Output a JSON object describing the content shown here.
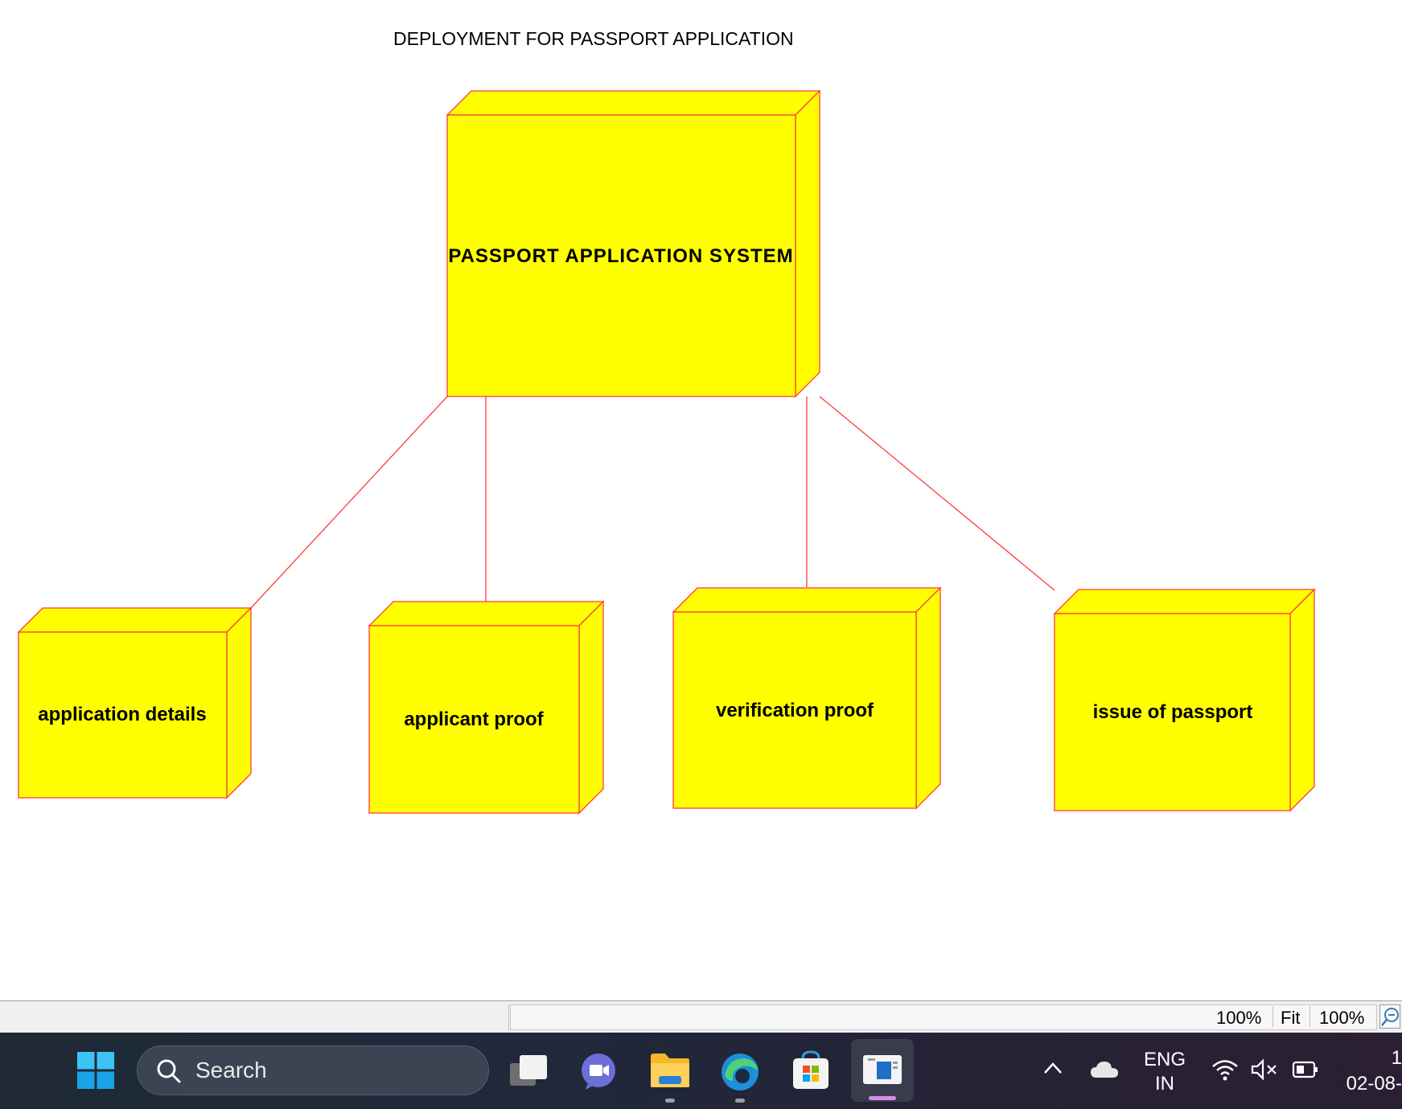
{
  "diagram": {
    "title": "DEPLOYMENT FOR PASSPORT APPLICATION",
    "main_node": "PASSPORT APPLICATION SYSTEM",
    "nodes": [
      "application details",
      "applicant proof",
      "verification proof",
      "issue of passport"
    ],
    "fill_color": "#ffff00",
    "stroke_color": "#ff3b3b"
  },
  "statusbar": {
    "zoom_percent": "100%",
    "fit_label": "Fit",
    "zoom_percent_2": "100%"
  },
  "taskbar": {
    "search_label": "Search",
    "language_line1": "ENG",
    "language_line2": "IN",
    "clock_time": "1",
    "clock_date": "02-08-"
  }
}
